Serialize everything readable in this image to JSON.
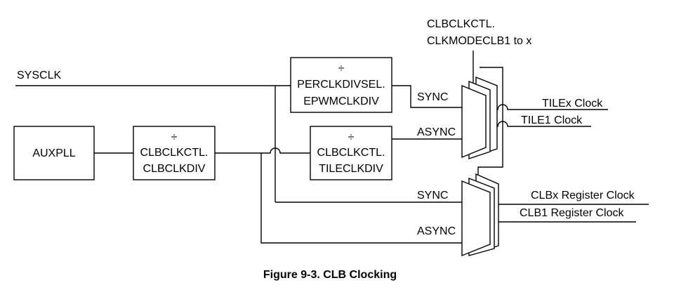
{
  "signals": {
    "sysclk": "SYSCLK",
    "mode_select_line1": "CLBCLKCTL.",
    "mode_select_line2": "CLKMODECLB1 to x"
  },
  "blocks": {
    "auxpll": "AUXPLL",
    "clbclkdiv": {
      "symbol": "÷",
      "line1": "CLBCLKCTL.",
      "line2": "CLBCLKDIV"
    },
    "perclkdiv": {
      "symbol": "÷",
      "line1": "PERCLKDIVSEL.",
      "line2": "EPWMCLKDIV"
    },
    "tileclkdiv": {
      "symbol": "÷",
      "line1": "CLBCLKCTL.",
      "line2": "TILECLKDIV"
    }
  },
  "mux_inputs": {
    "top_sync": "SYNC",
    "top_async": "ASYNC",
    "bottom_sync": "SYNC",
    "bottom_async": "ASYNC"
  },
  "outputs": {
    "tilex_clock": "TILEx Clock",
    "tile1_clock": "TILE1 Clock",
    "clbx_register_clock": "CLBx Register Clock",
    "clb1_register_clock": "CLB1 Register Clock"
  },
  "caption": "Figure 9-3. CLB Clocking"
}
